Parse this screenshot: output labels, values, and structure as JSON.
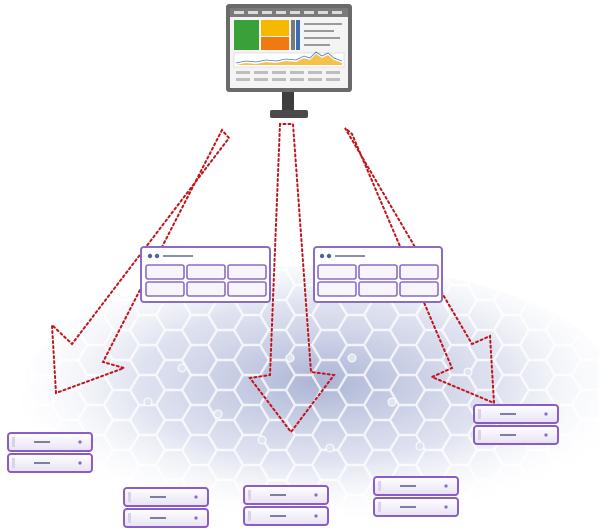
{
  "diagram": {
    "monitor": {
      "icon": "monitor-dashboard-icon",
      "colors": {
        "bezel": "#5e5e5e",
        "screen": "#f3f3f3",
        "green": "#3aa13a",
        "yellow": "#f6b800",
        "orange": "#f07a10",
        "blue": "#3a6db4"
      }
    },
    "arrows": {
      "style": "dotted",
      "color": "#c0141a",
      "count": 3
    },
    "network": {
      "icon": "hexagonal-mesh-icon",
      "color": "#c9cfe3"
    },
    "dashboards": [
      {
        "name": "dashboard-panel-left",
        "icon": "dashboard-window-icon"
      },
      {
        "name": "dashboard-panel-right",
        "icon": "dashboard-window-icon"
      }
    ],
    "servers": [
      {
        "name": "server-stack-far-left",
        "icon": "server-icon"
      },
      {
        "name": "server-stack-bottom-left",
        "icon": "server-icon"
      },
      {
        "name": "server-stack-bottom-center",
        "icon": "server-icon"
      },
      {
        "name": "server-stack-bottom-right",
        "icon": "server-icon"
      },
      {
        "name": "server-stack-far-right",
        "icon": "server-icon"
      }
    ],
    "server_color": "#8a5cc7"
  }
}
